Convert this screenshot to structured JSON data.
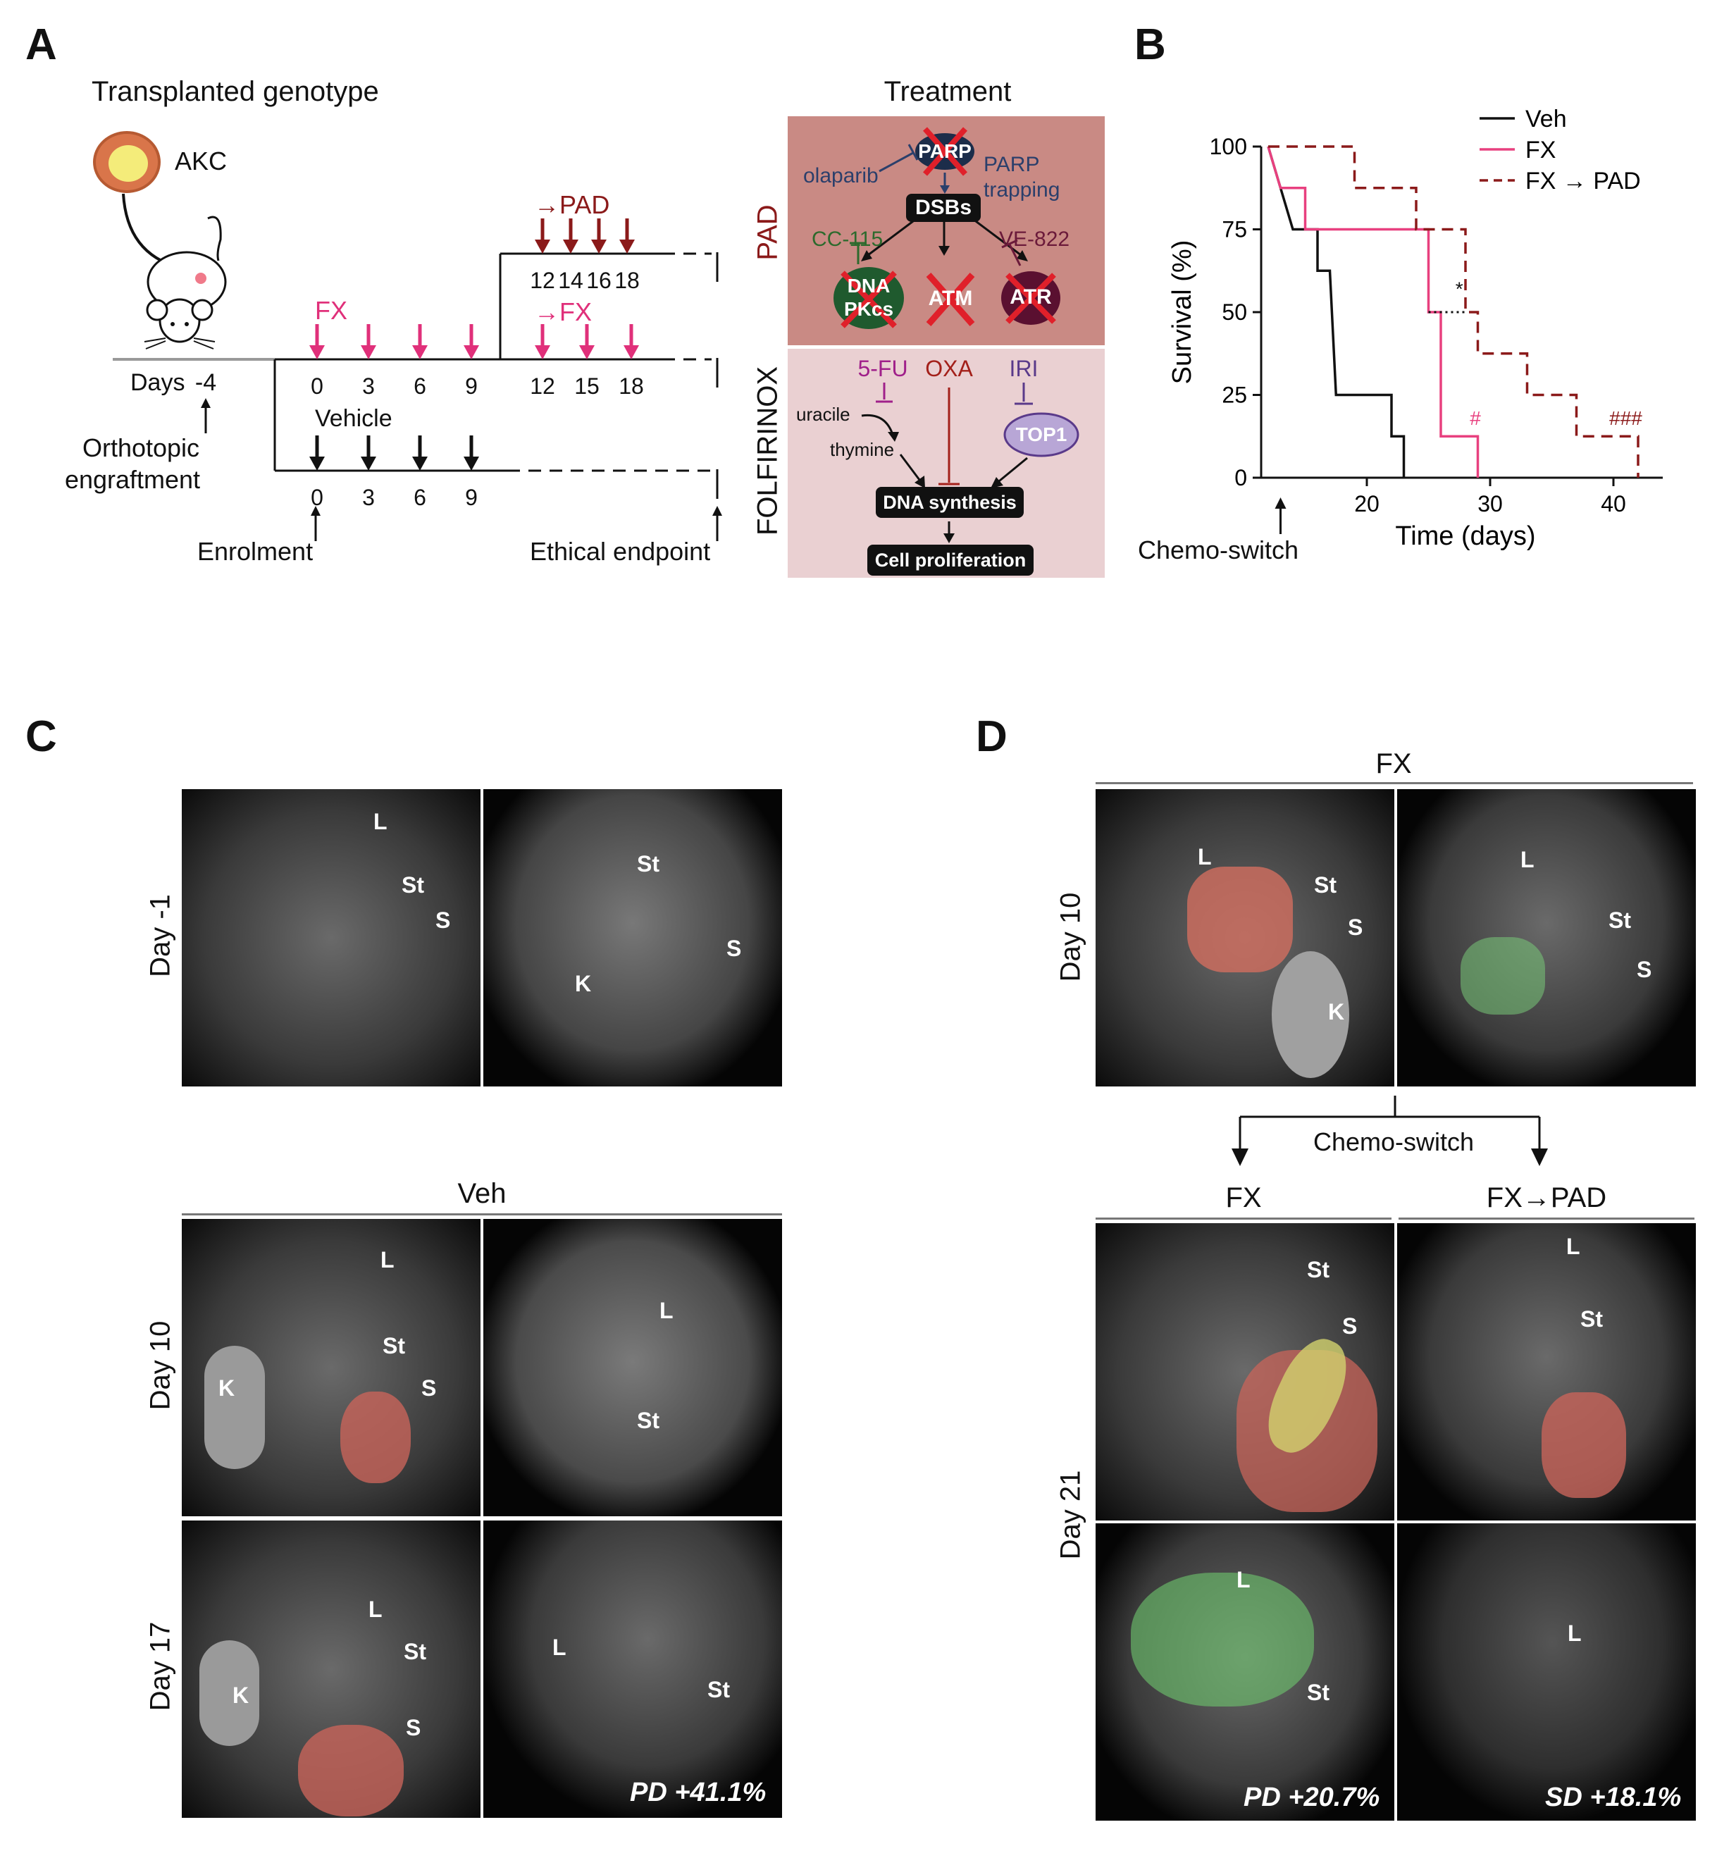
{
  "panels": {
    "A": "A",
    "B": "B",
    "C": "C",
    "D": "D"
  },
  "panelA": {
    "heading": "Transplanted genotype",
    "genotype": "AKC",
    "days_label": "Days",
    "day_minus4": "-4",
    "engraft": [
      "Orthotopic",
      "engraftment"
    ],
    "fx": "FX",
    "vehicle": "Vehicle",
    "to_pad": "→PAD",
    "to_fx": "→FX",
    "days_fx": [
      "0",
      "3",
      "6",
      "9"
    ],
    "days_veh": [
      "0",
      "3",
      "6",
      "9"
    ],
    "days_pad": [
      "12",
      "14",
      "16",
      "18"
    ],
    "days_fx2": [
      "12",
      "15",
      "18"
    ],
    "enrolment": "Enrolment",
    "endpoint": "Ethical endpoint",
    "treatment": "Treatment",
    "pad_side": "PAD",
    "folfirinox_side": "FOLFIRINOX",
    "pad_box": {
      "parp": "PARP",
      "olaparib": "olaparib",
      "trapping": [
        "PARP",
        "trapping"
      ],
      "dsbs": "DSBs",
      "cc115": "CC-115",
      "ve822": "VE-822",
      "dna": [
        "DNA",
        "PKcs"
      ],
      "atm": "ATM",
      "atr": "ATR"
    },
    "folfirinox_box": {
      "fu": "5-FU",
      "oxa": "OXA",
      "iri": "IRI",
      "uracile": "uracile",
      "thymine": "thymine",
      "top1": "TOP1",
      "dna_synth": "DNA synthesis",
      "prolif": "Cell proliferation"
    },
    "colors": {
      "fx": "#e0307a",
      "pad": "#8b1a1a",
      "veh": "#111111",
      "pad_box": "#c98a84",
      "folf_box": "#ead0d2"
    }
  },
  "panelB": {
    "chemo_switch": "Chemo-switch",
    "chart_data": {
      "type": "line",
      "xlabel": "Time (days)",
      "ylabel": "Survival (%)",
      "xlim": [
        12,
        44
      ],
      "ylim": [
        0,
        100
      ],
      "xticks": [
        20,
        30,
        40
      ],
      "yticks": [
        0,
        25,
        50,
        75,
        100
      ],
      "legend": "top-right",
      "series": [
        {
          "name": "Veh",
          "color": "#111111",
          "dash": false,
          "steps": [
            [
              12,
              100
            ],
            [
              13,
              87.5
            ],
            [
              14,
              75
            ],
            [
              16,
              75
            ],
            [
              16,
              62.5
            ],
            [
              17,
              62.5
            ],
            [
              17.5,
              25
            ],
            [
              22,
              25
            ],
            [
              22,
              12.5
            ],
            [
              23,
              12.5
            ],
            [
              23,
              0
            ]
          ]
        },
        {
          "name": "FX",
          "color": "#e8407f",
          "dash": false,
          "steps": [
            [
              12,
              100
            ],
            [
              13,
              87.5
            ],
            [
              15,
              87.5
            ],
            [
              15,
              75
            ],
            [
              25,
              75
            ],
            [
              25,
              50
            ],
            [
              26,
              50
            ],
            [
              26,
              12.5
            ],
            [
              29,
              12.5
            ],
            [
              29,
              0
            ]
          ]
        },
        {
          "name": "FX → PAD",
          "color": "#8b1a1a",
          "dash": true,
          "steps": [
            [
              12,
              100
            ],
            [
              19,
              100
            ],
            [
              19,
              87.5
            ],
            [
              24,
              87.5
            ],
            [
              24,
              75
            ],
            [
              28,
              75
            ],
            [
              28,
              50
            ],
            [
              29,
              50
            ],
            [
              29,
              37.5
            ],
            [
              33,
              37.5
            ],
            [
              33,
              25
            ],
            [
              37,
              25
            ],
            [
              37,
              12.5
            ],
            [
              42,
              12.5
            ],
            [
              42,
              0
            ]
          ]
        }
      ],
      "annotations": [
        {
          "text": "*",
          "x": 27.5,
          "y": 55,
          "color": "#111111"
        },
        {
          "text": "#",
          "x": 28.8,
          "y": 16,
          "color": "#e8407f"
        },
        {
          "text": "###",
          "x": 41,
          "y": 16,
          "color": "#8b1a1a"
        }
      ]
    }
  },
  "panelC": {
    "day_minus1": "Day -1",
    "veh": "Veh",
    "day10": "Day 10",
    "day17": "Day 17",
    "labels": {
      "L": "L",
      "St": "St",
      "S": "S",
      "K": "K"
    },
    "pd": "PD +41.1%"
  },
  "panelD": {
    "fx_top": "FX",
    "day10": "Day 10",
    "chemo_switch": "Chemo-switch",
    "fx": "FX",
    "fx_pad": "FX→PAD",
    "day21": "Day 21",
    "labels": {
      "L": "L",
      "St": "St",
      "S": "S",
      "K": "K"
    },
    "pd": "PD +20.7%",
    "sd": "SD +18.1%"
  }
}
